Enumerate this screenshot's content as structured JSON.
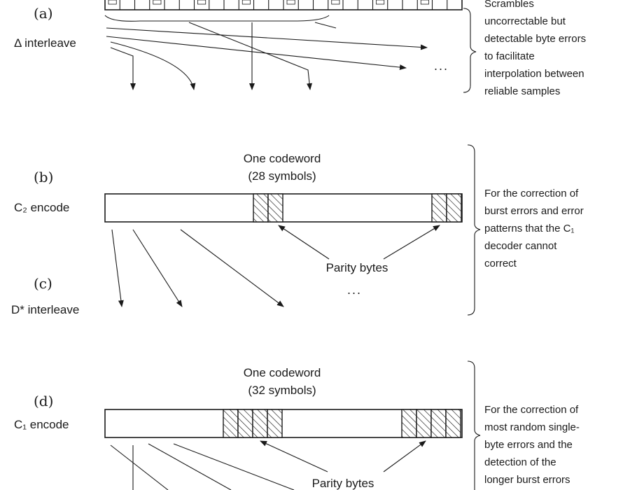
{
  "panel_a": {
    "letter": "(a)",
    "row_label": "Δ interleave",
    "note_lines": [
      "Scrambles",
      "uncorrectable but",
      "detectable byte errors",
      "to facilitate",
      "interpolation between",
      "reliable samples"
    ],
    "ellipsis": "..."
  },
  "panel_b": {
    "letter": "(b)",
    "row_label": "C₂ encode",
    "codeword_title": "One codeword",
    "codeword_count": "(28 symbols)",
    "parity_label": "Parity bytes",
    "note_lines": [
      "For the correction of",
      "burst errors and error",
      "patterns that the C₁",
      "decoder cannot",
      "correct"
    ]
  },
  "panel_c": {
    "letter": "(c)",
    "row_label": "D* interleave",
    "ellipsis": "..."
  },
  "panel_d": {
    "letter": "(d)",
    "row_label": "C₁ encode",
    "codeword_title": "One codeword",
    "codeword_count": "(32 symbols)",
    "parity_label": "Parity bytes",
    "note_lines": [
      "For the correction of",
      "most random single-",
      "byte errors and the",
      "detection of the",
      "longer burst errors"
    ]
  }
}
